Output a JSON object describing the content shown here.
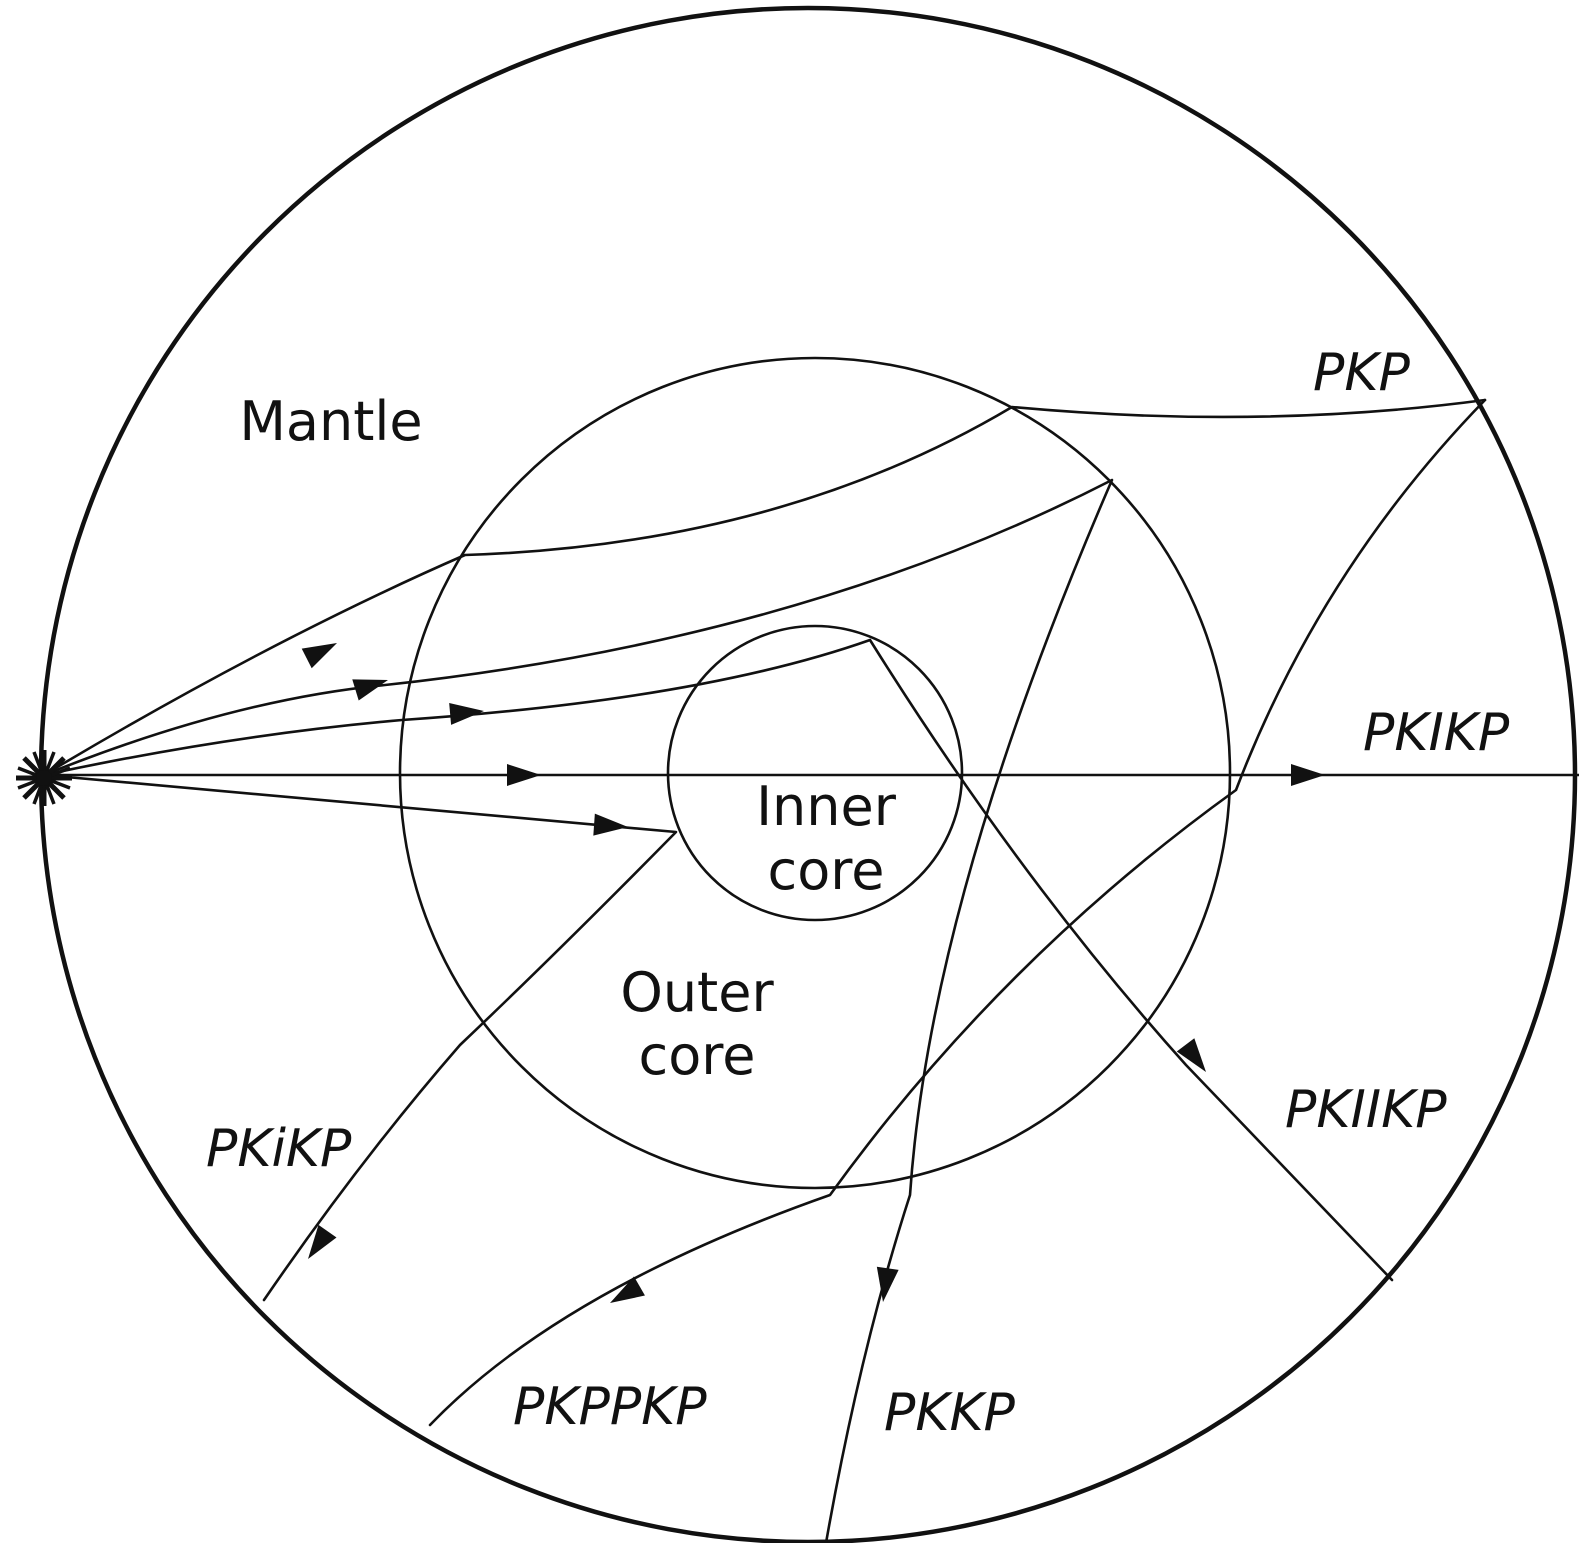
{
  "regions": {
    "mantle": "Mantle",
    "outer_core_line1": "Outer",
    "outer_core_line2": "core",
    "inner_core_line1": "Inner",
    "inner_core_line2": "core"
  },
  "phases": {
    "pkp": "PKP",
    "pkikp": "PKIKP",
    "pkiikp": "PKIIKP",
    "pkikp_reflected": "PKiKP",
    "pkppkp": "PKPPKP",
    "pkkp": "PKKP"
  },
  "colors": {
    "line": "#111111",
    "background": "#ffffff"
  },
  "source": {
    "icon": "star-burst-icon"
  }
}
